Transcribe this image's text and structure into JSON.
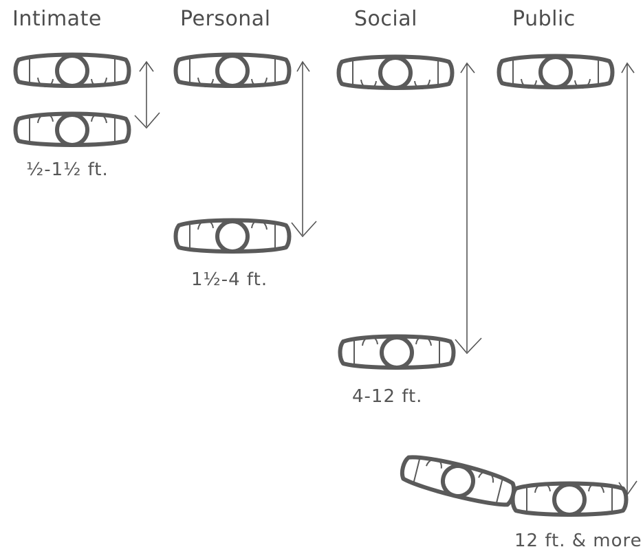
{
  "zones": [
    {
      "name": "Intimate",
      "distance": "½-1½ ft."
    },
    {
      "name": "Personal",
      "distance": "1½-4 ft."
    },
    {
      "name": "Social",
      "distance": "4-12 ft."
    },
    {
      "name": "Public",
      "distance": "12 ft. & more"
    }
  ],
  "colors": {
    "stroke": "#5a5a5a",
    "text": "#4d4d4d",
    "background": "#ffffff"
  }
}
